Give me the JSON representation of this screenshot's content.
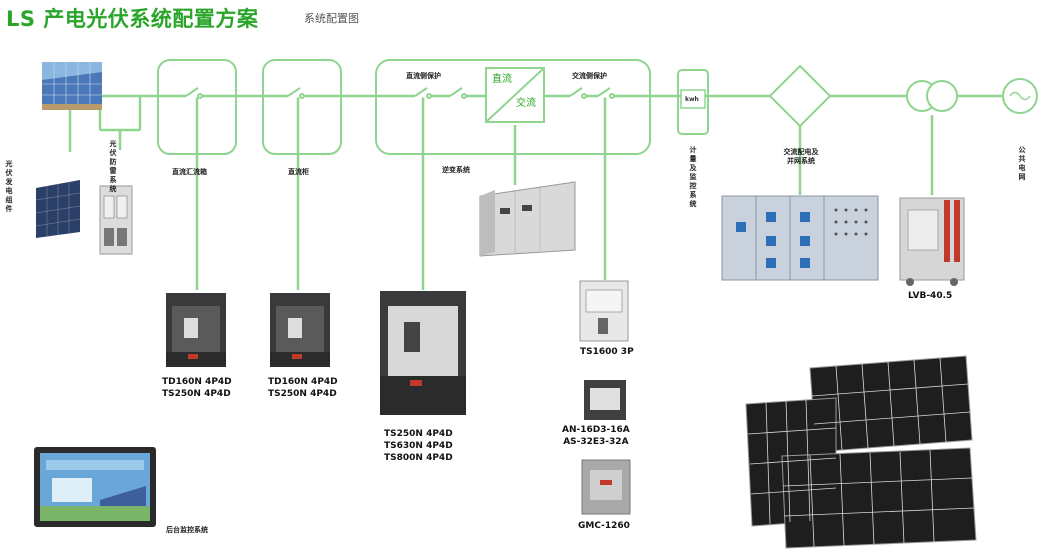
{
  "header": {
    "title": "LS 产电光伏系统配置方案",
    "subtitle": "系统配置图"
  },
  "labels": {
    "pv_array": "光伏发电组件",
    "pv_lightning": "光伏防雷系统",
    "dc_combiner": "直流汇流箱",
    "dc_cabinet": "直流柜",
    "dc_protect": "直流侧保护",
    "ac_protect": "交流侧保护",
    "converter_dc": "直流",
    "converter_ac": "交流",
    "inverter_system": "逆变系统",
    "meter": "kwh",
    "metering_control": "计量及监控系统",
    "ac_distribution": "交流配电及并网系统",
    "public_grid": "公共电网",
    "monitoring": "后台监控系统"
  },
  "models": {
    "combiner_breaker": [
      "TD160N  4P4D",
      "TS250N  4P4D"
    ],
    "dc_cabinet_breaker": [
      "TD160N  4P4D",
      "TS250N  4P4D"
    ],
    "dc_protect_breaker": [
      "TS250N  4P4D",
      "TS630N  4P4D",
      "TS800N  4P4D"
    ],
    "ac_breaker": "TS1600  3P",
    "auxiliary": [
      "AN-16D3-16A",
      "AS-32E3-32A"
    ],
    "contactor": "GMC-1260",
    "vcb": "LVB-40.5"
  },
  "colors": {
    "line": "#8fd48f",
    "brand": "#2aa52a"
  }
}
